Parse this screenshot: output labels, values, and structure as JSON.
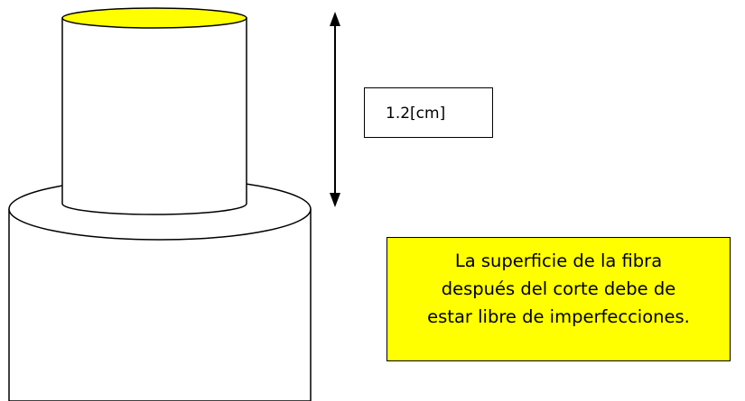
{
  "dimension": {
    "label": "1.2[cm]"
  },
  "note": {
    "lines": [
      "La superficie de la fibra",
      "después del corte debe de",
      "estar libre de imperfecciones."
    ]
  },
  "colors": {
    "fiber_end_face": "#ffff00",
    "note_background": "#ffff00",
    "outline": "#000000",
    "background": "#ffffff"
  }
}
